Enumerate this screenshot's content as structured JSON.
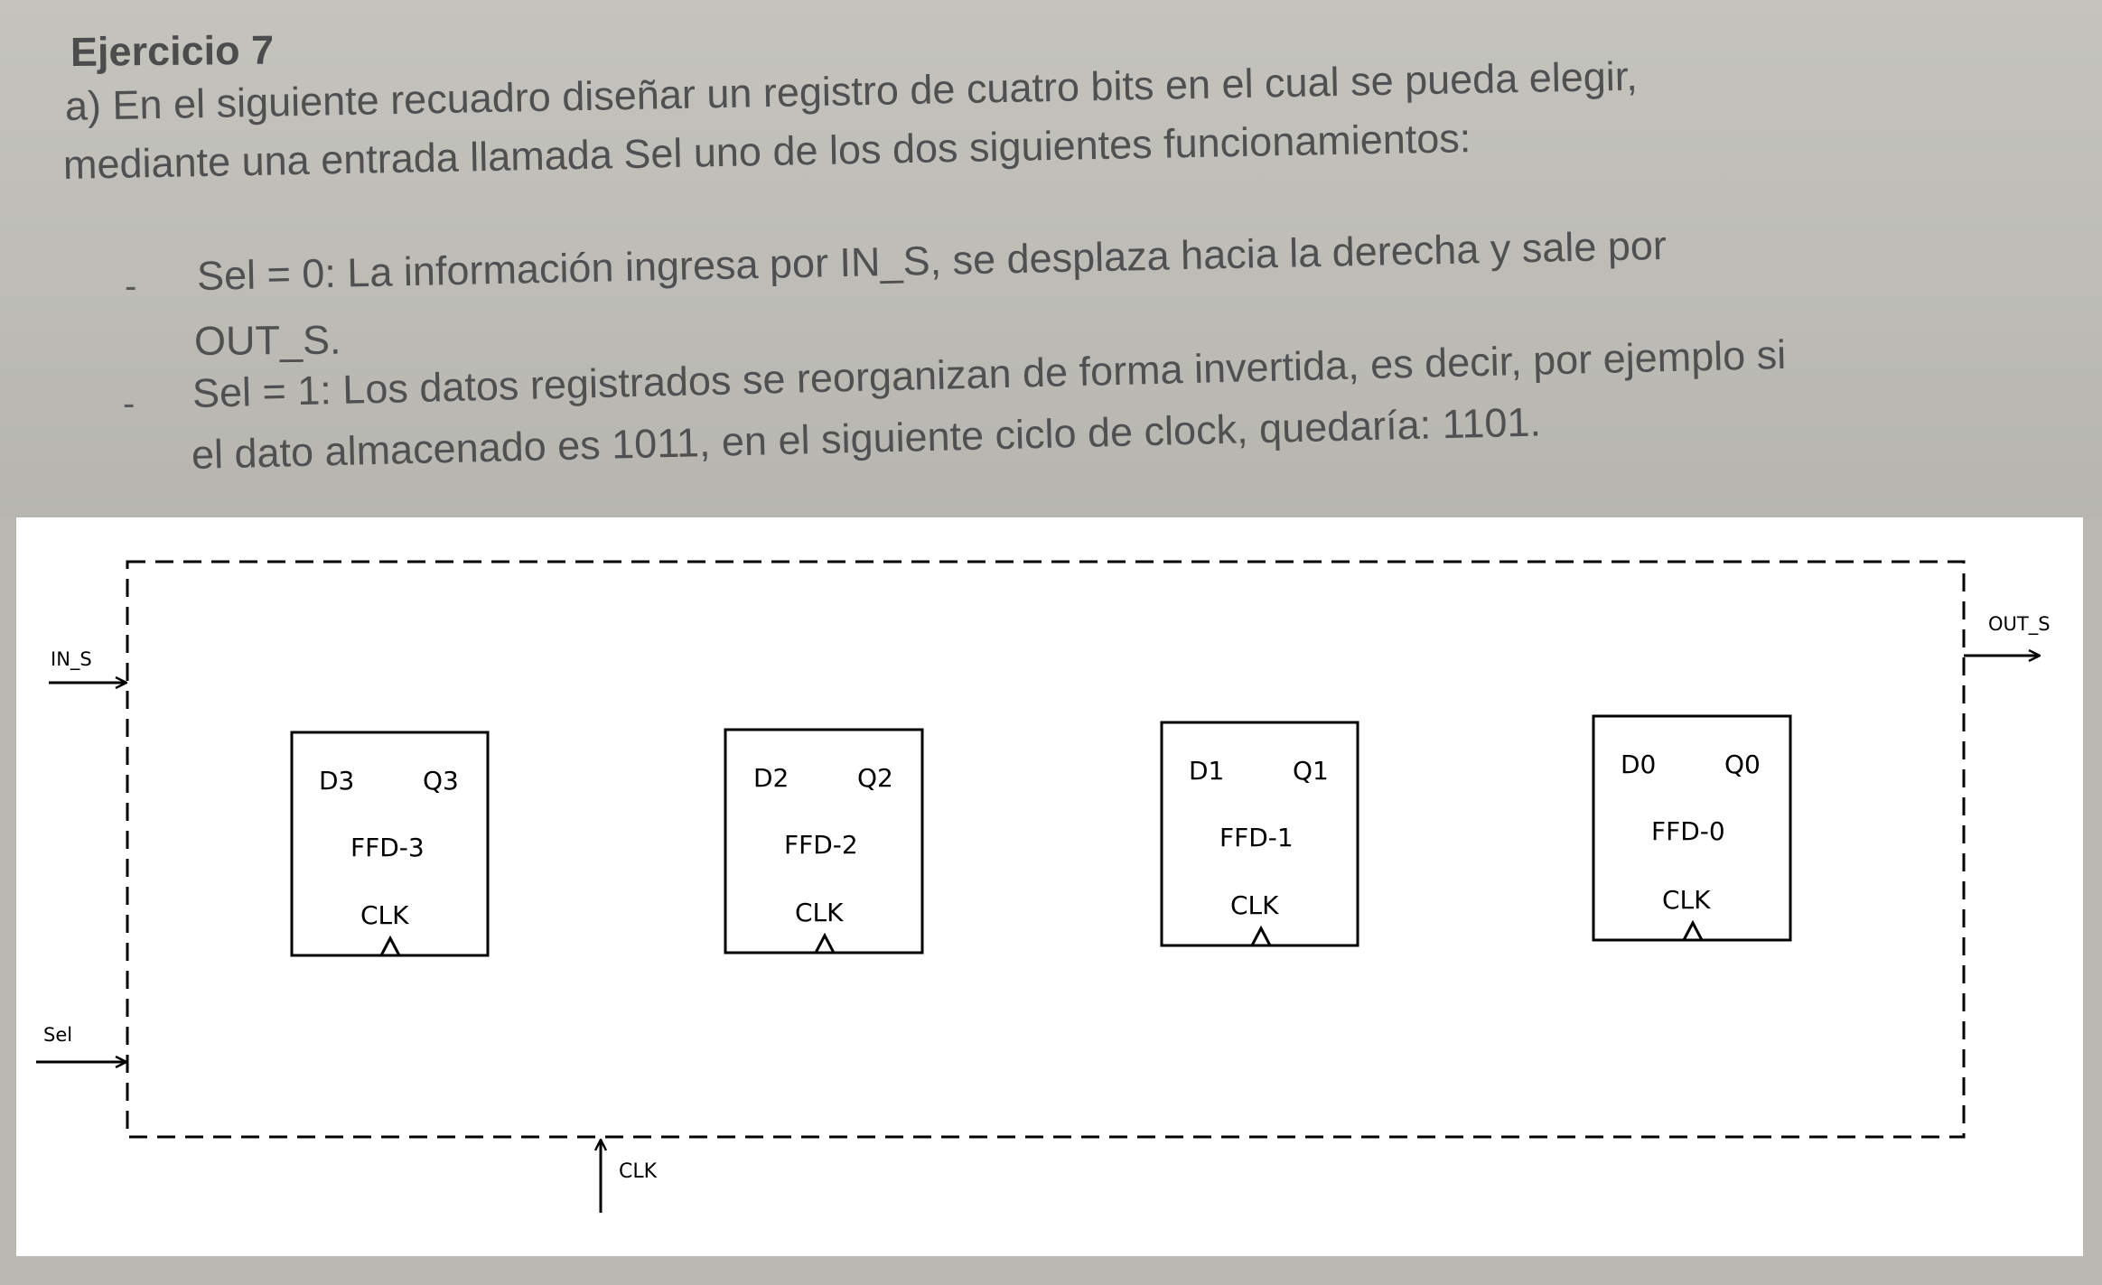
{
  "exercise": {
    "title": "Ejercicio 7",
    "intro_line1": "a) En el siguiente recuadro diseñar un registro de cuatro bits en el cual se pueda elegir,",
    "intro_line2": "mediante una entrada llamada Sel uno de los dos siguientes funcionamientos:",
    "items": [
      {
        "bullet": "-",
        "line1": "Sel = 0:  La información ingresa por IN_S, se desplaza hacia la derecha y sale por",
        "line2": "OUT_S."
      },
      {
        "bullet": "-",
        "line1": "Sel = 1: Los datos registrados se reorganizan de forma invertida, es decir, por ejemplo si",
        "line2": "el dato almacenado es 1011, en el siguiente ciclo de clock, quedaría: 1101."
      }
    ]
  },
  "diagram": {
    "inputs": {
      "in_s": "IN_S",
      "sel": "Sel",
      "clk": "CLK"
    },
    "outputs": {
      "out_s": "OUT_S"
    },
    "flipflops": [
      {
        "name": "FFD-3",
        "d": "D3",
        "q": "Q3",
        "clk": "CLK"
      },
      {
        "name": "FFD-2",
        "d": "D2",
        "q": "Q2",
        "clk": "CLK"
      },
      {
        "name": "FFD-1",
        "d": "D1",
        "q": "Q1",
        "clk": "CLK"
      },
      {
        "name": "FFD-0",
        "d": "D0",
        "q": "Q0",
        "clk": "CLK"
      }
    ]
  }
}
